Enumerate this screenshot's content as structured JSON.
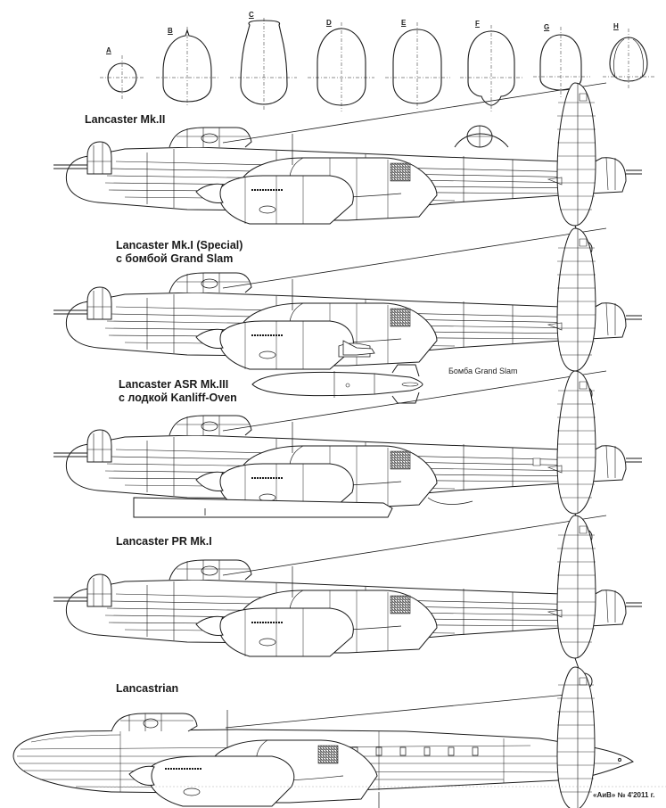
{
  "sections": [
    {
      "id": "A",
      "label": "A"
    },
    {
      "id": "B",
      "label": "B"
    },
    {
      "id": "C",
      "label": "C"
    },
    {
      "id": "D",
      "label": "D"
    },
    {
      "id": "E",
      "label": "E"
    },
    {
      "id": "F",
      "label": "F"
    },
    {
      "id": "G",
      "label": "G"
    },
    {
      "id": "H",
      "label": "H"
    }
  ],
  "variants": [
    {
      "title_line1": "Lancaster Mk.II",
      "title_line2": ""
    },
    {
      "title_line1": "Lancaster Mk.I (Special)",
      "title_line2": "с бомбой Grand Slam"
    },
    {
      "title_line1": "Lancaster ASR Mk.III",
      "title_line2": "с лодкой Kanliff-Oven"
    },
    {
      "title_line1": "Lancaster PR Mk.I",
      "title_line2": ""
    },
    {
      "title_line1": "Lancastrian",
      "title_line2": ""
    }
  ],
  "bomb_label": "Бомба Grand Slam",
  "credit": "«АиВ» № 4'2011 г.",
  "colors": {
    "ink": "#1a1a1a",
    "paper": "#ffffff",
    "hatch": "#555555"
  }
}
